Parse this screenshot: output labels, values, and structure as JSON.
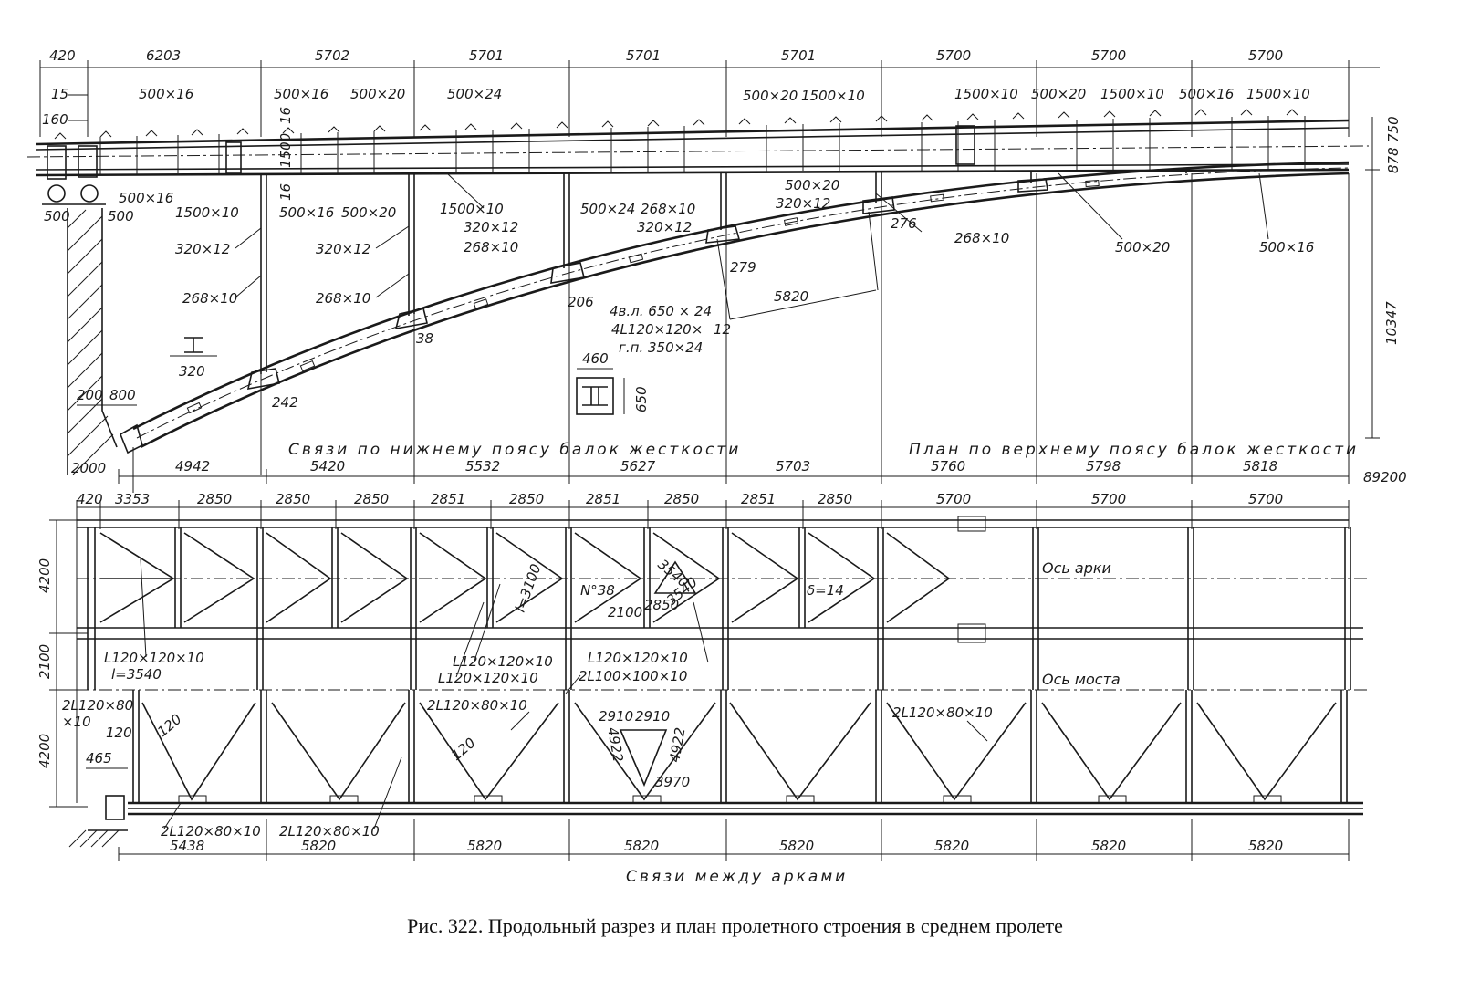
{
  "caption": "Рис. 322. Продольный разрез и план пролетного строения в среднем пролете",
  "titles": {
    "lower_chord_bracing": "Связи по нижнему поясу балок жесткости",
    "upper_chord_plan": "План по верхнему поясу балок жесткости",
    "bracing_between_arches": "Связи между арками",
    "arch_axis": "Ось арки",
    "bridge_axis": "Ось моста"
  },
  "elevation": {
    "top_dims": [
      "420",
      "6203",
      "5702",
      "5701",
      "5701",
      "5701",
      "5700",
      "5700",
      "5700"
    ],
    "bottom_dims": [
      "4942",
      "5420",
      "5532",
      "5627",
      "5703",
      "5760",
      "5798",
      "5818"
    ],
    "total_length": "89200",
    "bearing_dims": [
      "200",
      "800",
      "2000"
    ],
    "left_dims": [
      "15",
      "160",
      "500",
      "500"
    ],
    "right_dims": [
      "878",
      "750",
      "10347"
    ],
    "upper_plates": [
      "500×16",
      "500×16",
      "500×20",
      "500×24",
      "500×20",
      "1500×10",
      "1500×10",
      "500×20",
      "1500×10",
      "500×16",
      "1500×10"
    ],
    "stiffening_girder_labels": [
      "500×16",
      "1500×10",
      "500×16",
      "500×20",
      "1500×10",
      "500×24",
      "268×10",
      "320×12",
      "500×20",
      "320×12",
      "268×10",
      "500×20",
      "500×16"
    ],
    "hanger_labels": [
      "320×12",
      "268×10",
      "320×12",
      "268×10",
      "320×12",
      "268×10",
      "268×10",
      "320×12"
    ],
    "web_heights": [
      "16",
      "1500",
      "16"
    ],
    "arch_section": [
      "4в.л. 650 × 24",
      "4L120×120×",
      "12",
      "г.п. 350×24"
    ],
    "section_dims": [
      "460",
      "650",
      "320"
    ],
    "small_dims": [
      "38",
      "242",
      "206",
      "279",
      "276",
      "5820"
    ]
  },
  "plan": {
    "top_dims": [
      "420",
      "3353",
      "2850",
      "2850",
      "2850",
      "2851",
      "2850",
      "2851",
      "2850",
      "2851",
      "2850",
      "5700",
      "5700",
      "5700"
    ],
    "left_dims": [
      "4200",
      "2100",
      "4200"
    ],
    "bottom_dims": [
      "5438",
      "5820",
      "5820",
      "5820",
      "5820",
      "5820",
      "5820",
      "5820"
    ],
    "labels": [
      "L120×120×10",
      "l=3540",
      "L120×120×10",
      "L120×120×10",
      "L120×120×10",
      "2L100×100×10",
      "N°38",
      "2100",
      "2850",
      "3540",
      "3540",
      "l=3100",
      "δ=14",
      "2L120×80",
      "×10",
      "120",
      "120",
      "465",
      "2L120×80×10",
      "120",
      "2910",
      "2910",
      "4922",
      "4922",
      "3970",
      "2L120×80×10",
      "2L120×80×10",
      "2L120×80×10"
    ]
  }
}
